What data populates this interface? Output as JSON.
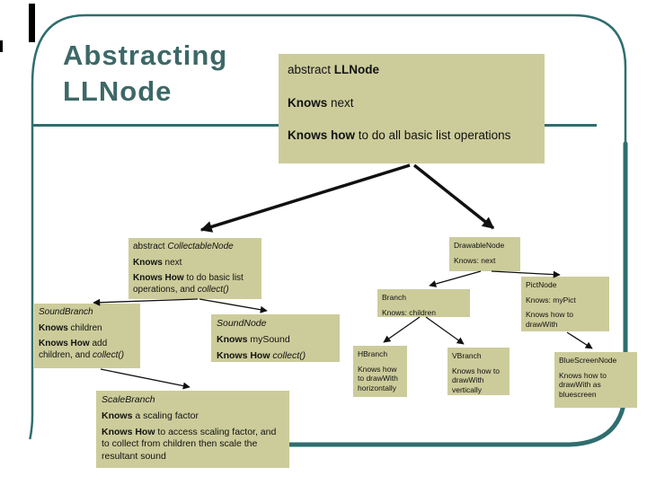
{
  "colors": {
    "accent_teal": "#2f6e6e",
    "title_teal": "#3d6867",
    "box_fill": "#cccc9b"
  },
  "title": {
    "line1": "Abstracting",
    "line2": "LLNode"
  },
  "summary_box": {
    "lines": [
      {
        "segs": [
          {
            "t": "abstract ",
            "s": "n"
          },
          {
            "t": "LLNode",
            "s": "b"
          }
        ]
      },
      {
        "segs": [
          {
            "t": "Knows",
            "s": "b"
          },
          {
            "t": " next",
            "s": "n"
          }
        ]
      },
      {
        "segs": [
          {
            "t": "Knows how",
            "s": "b"
          },
          {
            "t": " to do all basic list operations",
            "s": "n"
          }
        ]
      }
    ]
  },
  "nodes": {
    "collectable": {
      "lines": [
        {
          "segs": [
            {
              "t": "abstract ",
              "s": "n"
            },
            {
              "t": "CollectableNode",
              "s": "i"
            }
          ]
        },
        {
          "segs": [
            {
              "t": "Knows",
              "s": "b"
            },
            {
              "t": " next",
              "s": "n"
            }
          ]
        },
        {
          "segs": [
            {
              "t": "Knows How",
              "s": "b"
            },
            {
              "t": " to do basic list operations, and ",
              "s": "n"
            },
            {
              "t": "collect()",
              "s": "i"
            }
          ]
        }
      ]
    },
    "soundbranch": {
      "lines": [
        {
          "segs": [
            {
              "t": "SoundBranch",
              "s": "i"
            }
          ]
        },
        {
          "segs": [
            {
              "t": "Knows",
              "s": "b"
            },
            {
              "t": " children",
              "s": "n"
            }
          ]
        },
        {
          "segs": [
            {
              "t": "Knows How",
              "s": "b"
            },
            {
              "t": " add children, and ",
              "s": "n"
            },
            {
              "t": "collect()",
              "s": "i"
            }
          ]
        }
      ]
    },
    "soundnode": {
      "lines": [
        {
          "segs": [
            {
              "t": "SoundNode",
              "s": "i"
            }
          ]
        },
        {
          "segs": [
            {
              "t": "Knows",
              "s": "b"
            },
            {
              "t": " mySound",
              "s": "n"
            }
          ]
        },
        {
          "segs": [
            {
              "t": "Knows How",
              "s": "b"
            },
            {
              "t": " ",
              "s": "n"
            },
            {
              "t": "collect()",
              "s": "i"
            }
          ]
        }
      ]
    },
    "scalebranch": {
      "lines": [
        {
          "segs": [
            {
              "t": "ScaleBranch",
              "s": "i"
            }
          ]
        },
        {
          "segs": [
            {
              "t": "Knows",
              "s": "b"
            },
            {
              "t": " a scaling factor",
              "s": "n"
            }
          ]
        },
        {
          "segs": [
            {
              "t": "Knows How",
              "s": "b"
            },
            {
              "t": " to access scaling factor, and to collect from children then scale the resultant sound",
              "s": "n"
            }
          ]
        }
      ]
    },
    "drawable": {
      "lines": [
        {
          "segs": [
            {
              "t": "DrawableNode",
              "s": "n"
            }
          ]
        },
        {
          "segs": [
            {
              "t": "Knows: next",
              "s": "n"
            }
          ]
        }
      ]
    },
    "branch": {
      "lines": [
        {
          "segs": [
            {
              "t": "Branch",
              "s": "n"
            }
          ]
        },
        {
          "segs": [
            {
              "t": "Knows: children",
              "s": "n"
            }
          ]
        }
      ]
    },
    "pict": {
      "lines": [
        {
          "segs": [
            {
              "t": "PictNode",
              "s": "n"
            }
          ]
        },
        {
          "segs": [
            {
              "t": "Knows: myPict",
              "s": "n"
            }
          ]
        },
        {
          "segs": [
            {
              "t": "Knows how to drawWith",
              "s": "n"
            }
          ]
        }
      ]
    },
    "hbranch": {
      "lines": [
        {
          "segs": [
            {
              "t": "HBranch",
              "s": "n"
            }
          ]
        },
        {
          "segs": [
            {
              "t": "Knows how to drawWith horizontally",
              "s": "n"
            }
          ]
        }
      ]
    },
    "vbranch": {
      "lines": [
        {
          "segs": [
            {
              "t": "VBranch",
              "s": "n"
            }
          ]
        },
        {
          "segs": [
            {
              "t": "Knows how to drawWith vertically",
              "s": "n"
            }
          ]
        }
      ]
    },
    "bluescreen": {
      "lines": [
        {
          "segs": [
            {
              "t": "BlueScreenNode",
              "s": "n"
            }
          ]
        },
        {
          "segs": [
            {
              "t": "Knows how to drawWith as bluescreen",
              "s": "n"
            }
          ]
        }
      ]
    }
  },
  "hierarchy": [
    {
      "parent": "abstract LLNode",
      "child": "abstract CollectableNode"
    },
    {
      "parent": "abstract LLNode",
      "child": "DrawableNode"
    },
    {
      "parent": "abstract CollectableNode",
      "child": "SoundBranch"
    },
    {
      "parent": "abstract CollectableNode",
      "child": "SoundNode"
    },
    {
      "parent": "SoundBranch",
      "child": "ScaleBranch"
    },
    {
      "parent": "DrawableNode",
      "child": "Branch"
    },
    {
      "parent": "DrawableNode",
      "child": "PictNode"
    },
    {
      "parent": "Branch",
      "child": "HBranch"
    },
    {
      "parent": "Branch",
      "child": "VBranch"
    },
    {
      "parent": "PictNode",
      "child": "BlueScreenNode"
    }
  ]
}
